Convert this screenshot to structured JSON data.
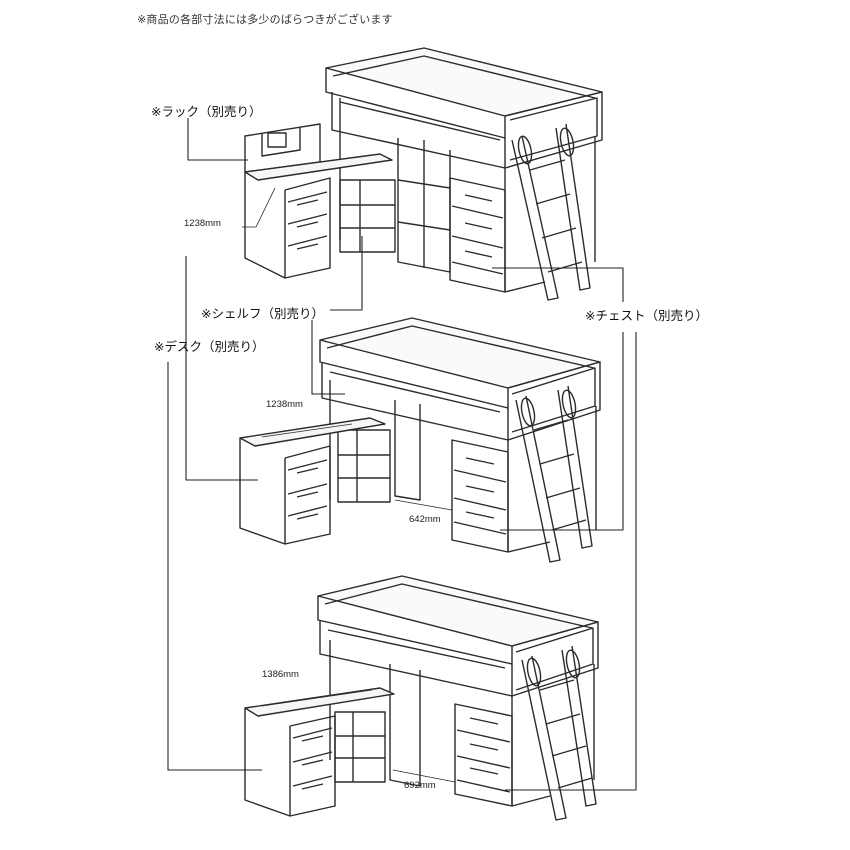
{
  "note": "※商品の各部寸法には多少のばらつきがございます",
  "labels": {
    "rack": "※ラック（別売り）",
    "shelf": "※シェルフ（別売り）",
    "chest": "※チェスト（別売り）",
    "desk": "※デスク（別売り）"
  },
  "dimensions": {
    "top_desk_width": "1238mm",
    "middle_desk_width": "1238mm",
    "middle_gap": "642mm",
    "bottom_desk_width": "1386mm",
    "bottom_gap": "692mm"
  },
  "colors": {
    "line": "#2b2b2b",
    "background": "#ffffff"
  }
}
